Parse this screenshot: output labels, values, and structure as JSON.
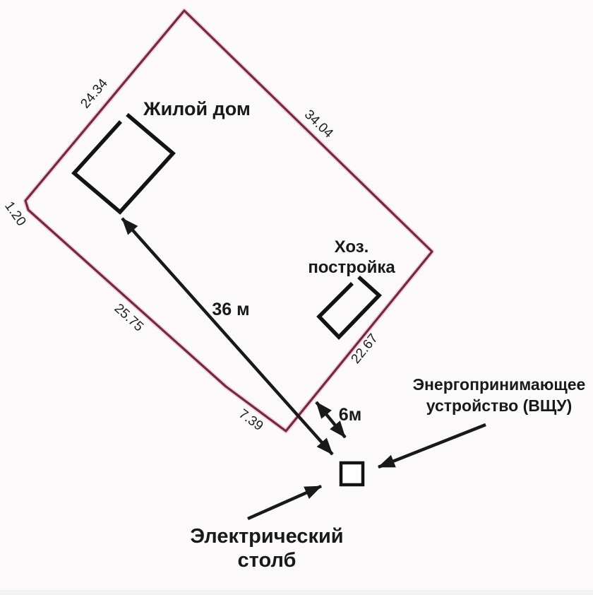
{
  "diagram": {
    "title_hint": "Site plan of land plot with house, outbuilding and electric pole",
    "colors": {
      "boundary": "#6d2c41",
      "boundary_glow": "#f3bccd",
      "ink": "#191919",
      "background": "#fbf9f9"
    },
    "dimensions": {
      "side_upper_left": "24.34",
      "side_upper_right": "34.04",
      "side_left_notch": "1.20",
      "side_lower_left": "25.75",
      "side_lower_notch": "7.39",
      "side_lower_right": "22.67"
    },
    "labels": {
      "house": "Жилой дом",
      "outbuilding_line1": "Хоз.",
      "outbuilding_line2": "постройка",
      "device_line1": "Энергопринимающее",
      "device_line2": "устройство (ВЩУ)",
      "pole_line1": "Электрический",
      "pole_line2": "столб",
      "distance_house_to_pole": "36 м",
      "distance_boundary_to_pole": "6м"
    }
  }
}
